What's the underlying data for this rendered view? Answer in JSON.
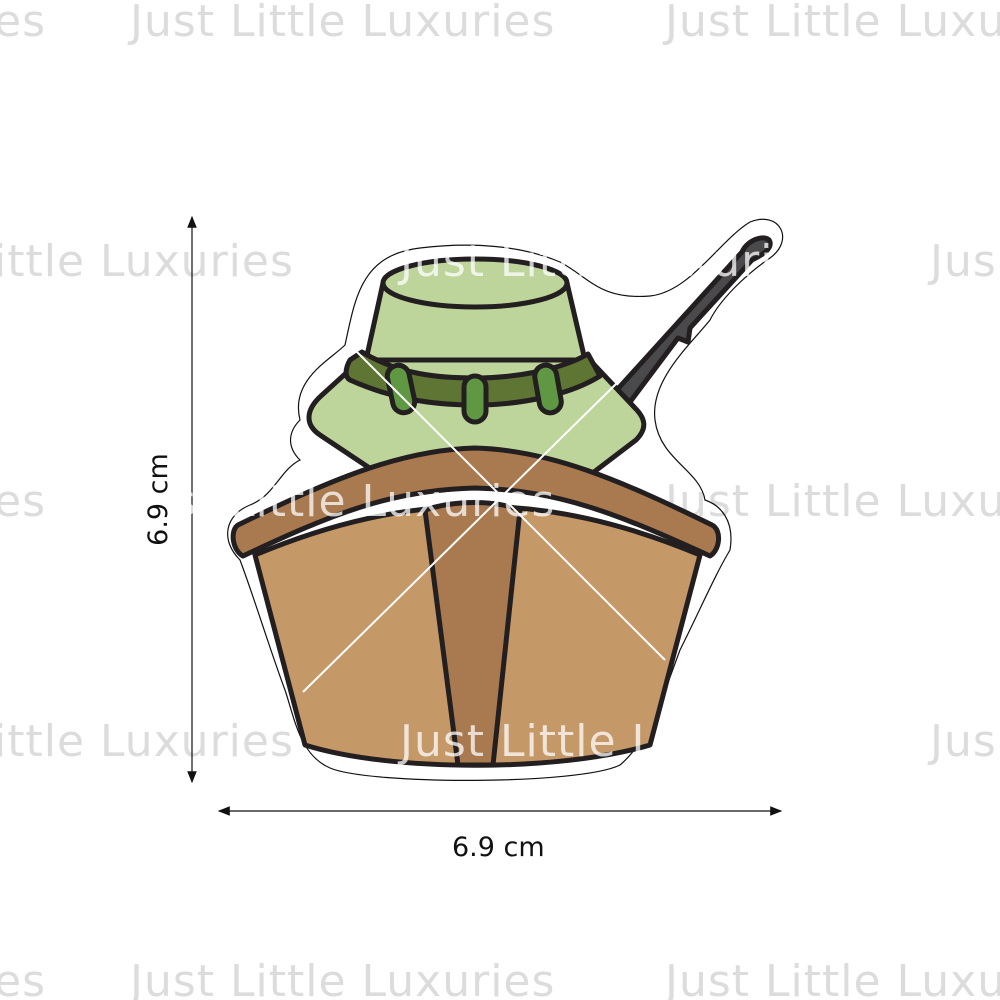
{
  "watermark": {
    "text": "Just Little Luxuries",
    "left_fragment": "es",
    "row_fragment": "ittle Luxuries",
    "right_fragment": "Jus"
  },
  "dimensions": {
    "height_label": "6.9 cm",
    "width_label": "6.9 cm"
  },
  "colors": {
    "hat_light": "#bdd59a",
    "hat_band": "#5e7533",
    "band_beads": "#5f9743",
    "rod": "#4a4a4c",
    "boat_light": "#c59868",
    "boat_dark": "#a97a4f",
    "outline": "#231f20"
  }
}
